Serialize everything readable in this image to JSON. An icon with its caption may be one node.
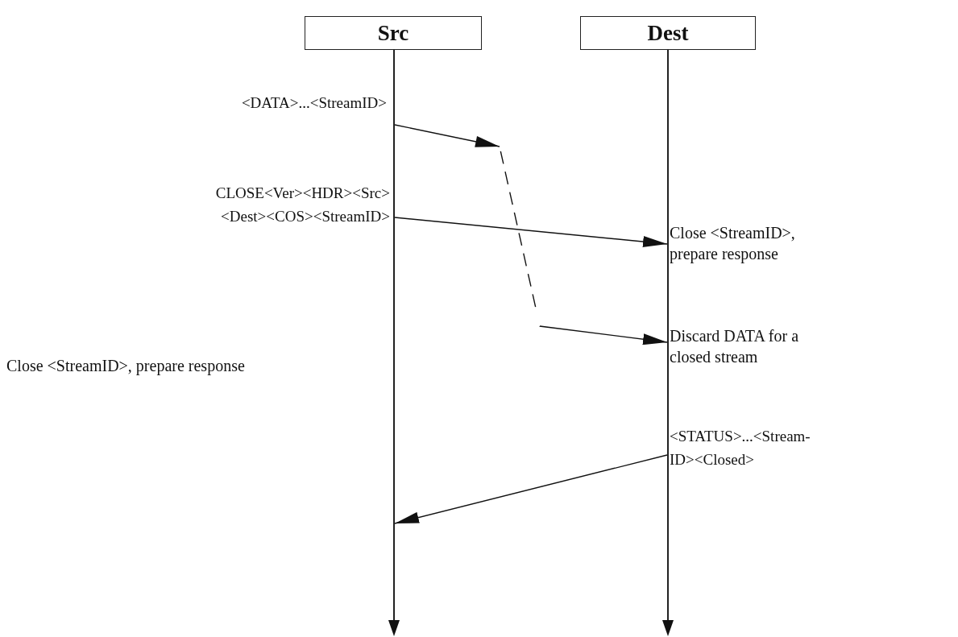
{
  "diagram": {
    "nodes": [
      {
        "text": [
          "Src"
        ]
      },
      {
        "text": [
          "Dest"
        ]
      },
      {
        "text": [],
        "shape": "bar"
      },
      {
        "text": [],
        "shape": "bar"
      }
    ],
    "edges": [
      {
        "from": 2,
        "to": 3,
        "arrow": "to",
        "style": "dashed",
        "label": "<DATA>...<StreamID>"
      },
      {
        "from": 2,
        "to": 3,
        "arrow": "to",
        "label": "CLOSE<Ver><HDR><Src> <Dest><COS><StreamID>"
      },
      {
        "from": 3,
        "to": 2,
        "arrow": "to",
        "label": "<STATUS>...<Stream- ID><Closed>"
      }
    ],
    "labels": [
      "Close <StreamID>, prepare response",
      "Discard DATA for a closed stream",
      "Close <StreamID>, prepare response"
    ]
  }
}
